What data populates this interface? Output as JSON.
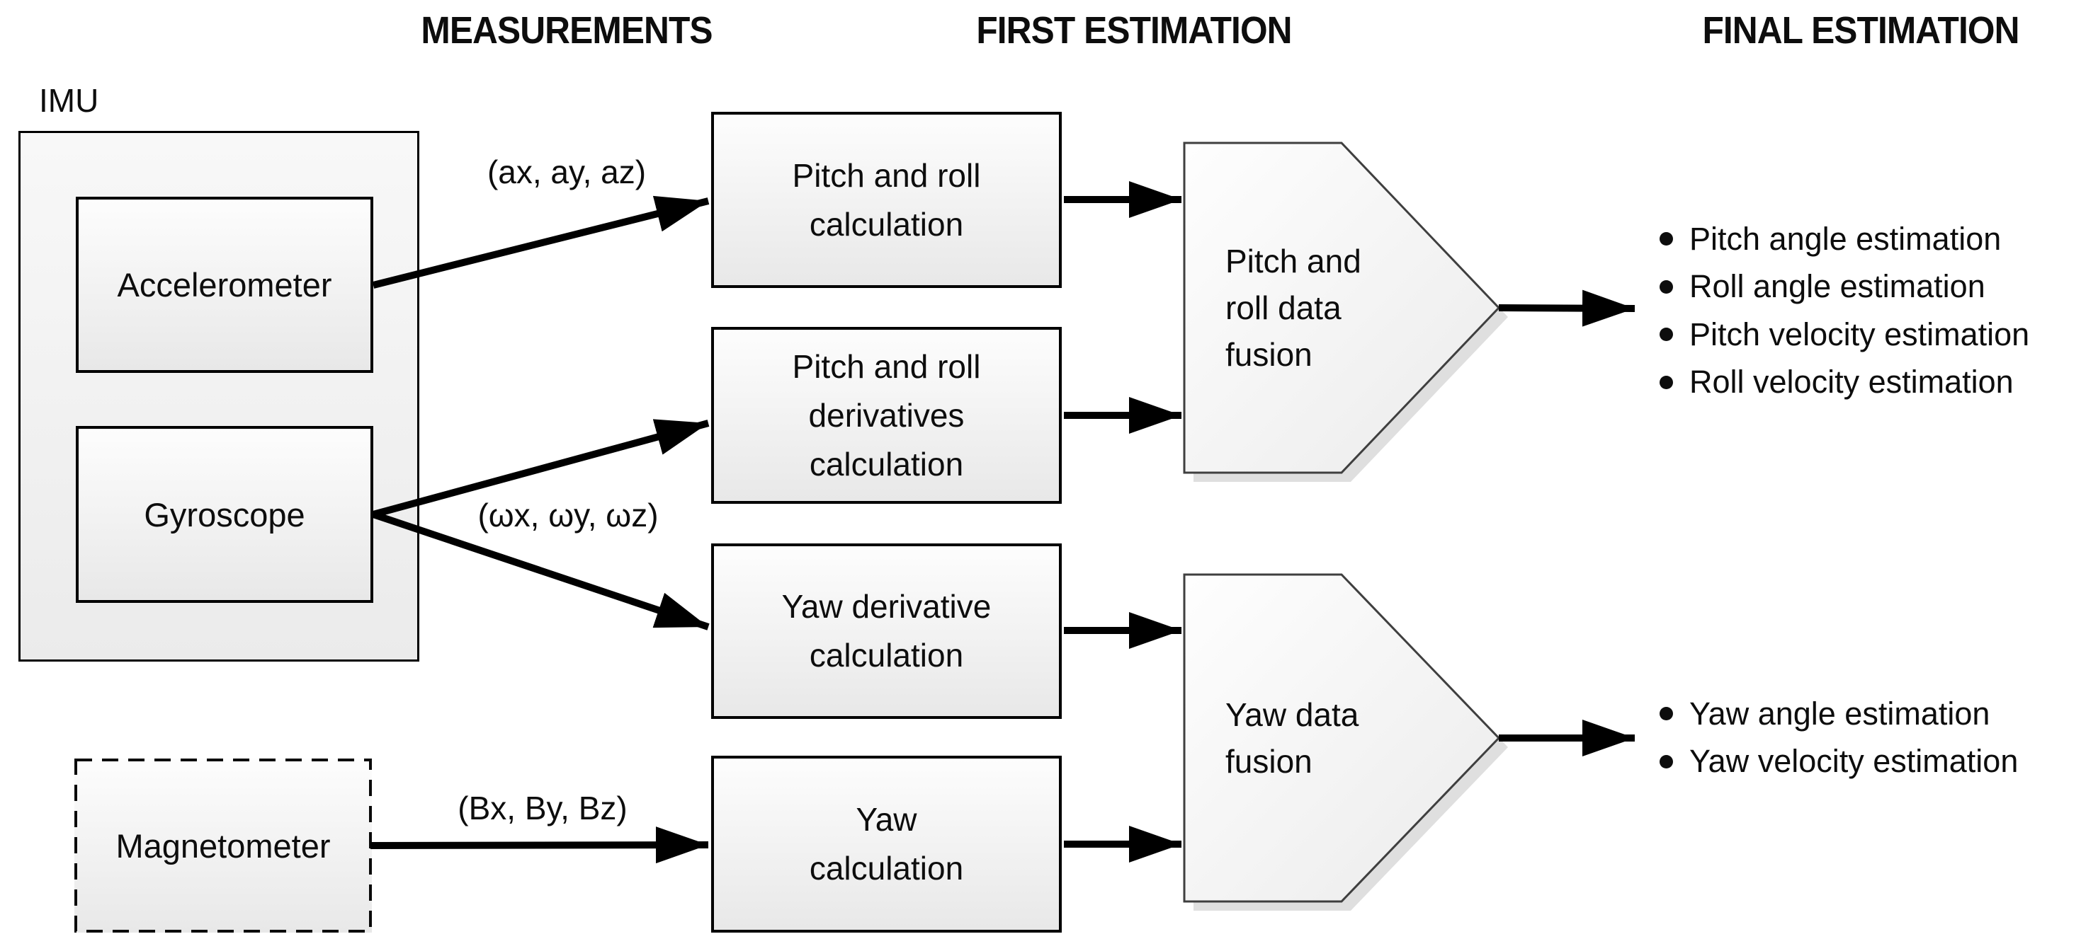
{
  "headers": {
    "measurements": "MEASUREMENTS",
    "first_estimation": "FIRST ESTIMATION",
    "final_estimation": "FINAL ESTIMATION"
  },
  "imu": {
    "label": "IMU",
    "accelerometer": "Accelerometer",
    "gyroscope": "Gyroscope"
  },
  "magnetometer": {
    "label": "Magnetometer"
  },
  "signal_labels": {
    "accelerometer": "(ax, ay, az)",
    "gyroscope": "(ωx, ωy, ωz)",
    "magnetometer": "(Bx, By, Bz)"
  },
  "process_boxes": {
    "pitch_roll_calculation": "Pitch and roll\ncalculation",
    "pitch_roll_derivatives_calculation": "Pitch and roll\nderivatives\ncalculation",
    "yaw_derivative_calculation": "Yaw derivative\ncalculation",
    "yaw_calculation": "Yaw\ncalculation"
  },
  "fusion_blocks": {
    "pitch_roll_data_fusion": "Pitch and\nroll data\nfusion",
    "yaw_data_fusion": "Yaw data\nfusion"
  },
  "final_outputs": {
    "pitch_roll": [
      "Pitch angle estimation",
      "Roll angle estimation",
      "Pitch velocity estimation",
      "Roll velocity estimation"
    ],
    "yaw": [
      "Yaw angle estimation",
      "Yaw velocity estimation"
    ]
  },
  "colors": {
    "background": "#ffffff",
    "text": "#0d0d0d",
    "box_border": "#000000",
    "pentagon_border": "#3f3f3f",
    "box_fill_top": "#fdfdfd",
    "box_fill_bottom": "#e8e8e8",
    "container_fill_top": "#f8f8f8",
    "container_fill_bottom": "#ebebeb",
    "arrow": "#000000",
    "shadow": "#d9d9d9"
  }
}
